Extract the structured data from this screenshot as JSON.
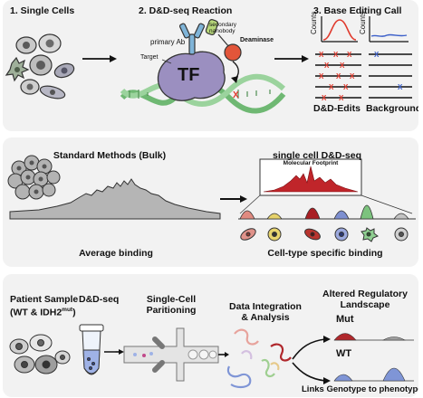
{
  "panel1": {
    "step1": "1. Single Cells",
    "step2": "2. D&D-seq Reaction",
    "step3": "3. Base Editing Call",
    "primary_ab": "primary Ab",
    "secondary_nanobody": "secondary\nnanobody",
    "deaminase": "Deaminase",
    "target": "Target",
    "tf": "TF",
    "counts": "Counts",
    "dd_edits": "D&D-Edits",
    "background": "Background",
    "x_mark": "X"
  },
  "panel2": {
    "bulk_title": "Standard Methods (Bulk)",
    "sc_title": "single cell D&D-seq",
    "footprint": "Molecular Footprint",
    "avg_binding": "Average binding",
    "celltype_binding": "Cell-type specific binding"
  },
  "panel3": {
    "patient_line1": "Patient Sample",
    "patient_line2_pre": "(WT & IDH2",
    "patient_sup": "mut",
    "patient_line2_post": ")",
    "ddseq": "D&D-seq",
    "partition_line1": "Single-Cell",
    "partition_line2": "Paritioning",
    "integration_line1": "Data Integration",
    "integration_line2": "& Analysis",
    "altered_line1": "Altered Regulatory",
    "altered_line2": "Landscape",
    "mut": "Mut",
    "wt": "WT",
    "links": "Links Genotype to phenotype"
  },
  "colors": {
    "panel_bg": "#f2f2f2",
    "tf_purple": "#9b8fc0",
    "dna_green": "#7bc47f",
    "deaminase_red": "#e2553a",
    "counts_red": "#e03b2e",
    "counts_blue": "#3b5fc9",
    "footprint_red": "#c0252a"
  }
}
